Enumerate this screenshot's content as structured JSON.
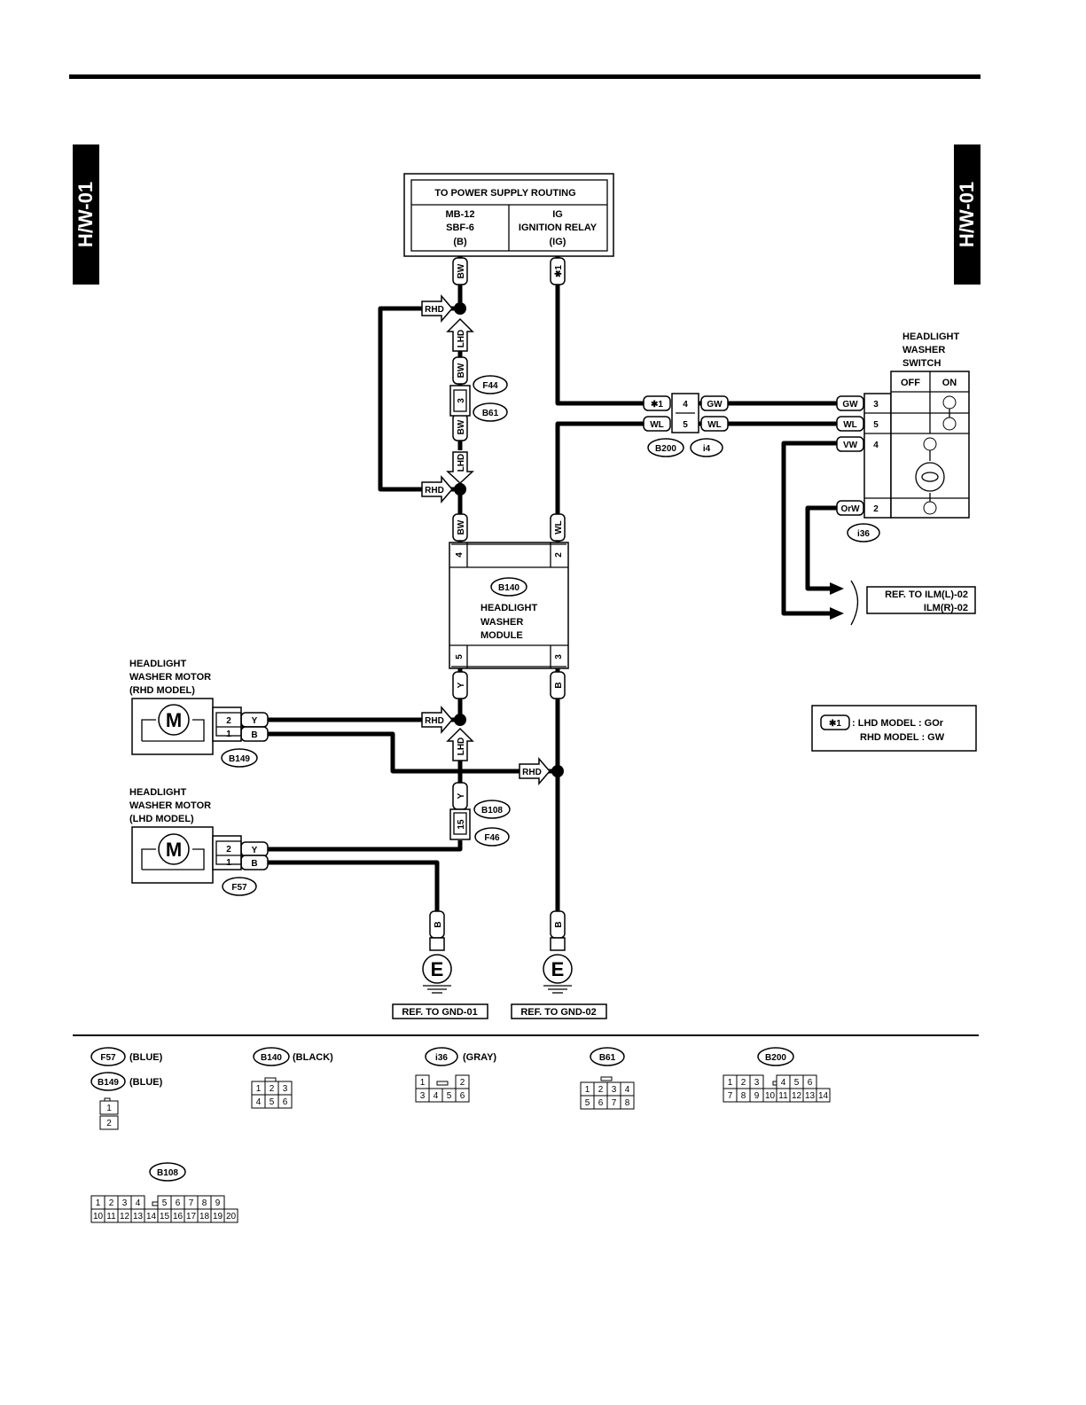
{
  "page": {
    "side_tab_left": "H/W-01",
    "side_tab_right": "H/W-01"
  },
  "power_supply": {
    "title": "TO POWER SUPPLY ROUTING",
    "left_l1": "MB-12",
    "left_l2": "SBF-6",
    "left_l3": "(B)",
    "right_l1": "IG",
    "right_l2": "IGNITION RELAY",
    "right_l3": "(IG)"
  },
  "wires": {
    "bw": "BW",
    "star1": "✱1",
    "gw": "GW",
    "wl": "WL",
    "vw": "VW",
    "orw": "OrW",
    "y": "Y",
    "b": "B"
  },
  "tags": {
    "rhd": "RHD",
    "lhd": "LHD"
  },
  "connectors": {
    "f44": "F44",
    "b61": "B61",
    "b200": "B200",
    "i4": "i4",
    "i36": "i36",
    "b140": "B140",
    "b149": "B149",
    "b108": "B108",
    "f46": "F46",
    "f57": "F57"
  },
  "pins": {
    "p1": "1",
    "p2": "2",
    "p3": "3",
    "p4": "4",
    "p5": "5",
    "p15": "15"
  },
  "switch": {
    "title_l1": "HEADLIGHT",
    "title_l2": "WASHER",
    "title_l3": "SWITCH",
    "off": "OFF",
    "on": "ON"
  },
  "ref_ilm": {
    "l1": "REF. TO ILM(L)-02",
    "l2": "ILM(R)-02"
  },
  "module": {
    "l1": "HEADLIGHT",
    "l2": "WASHER",
    "l3": "MODULE"
  },
  "motor_rhd": {
    "l1": "HEADLIGHT",
    "l2": "WASHER MOTOR",
    "l3": "(RHD MODEL)",
    "symbol": "M"
  },
  "motor_lhd": {
    "l1": "HEADLIGHT",
    "l2": "WASHER MOTOR",
    "l3": "(LHD MODEL)",
    "symbol": "M"
  },
  "note": {
    "star": "✱1",
    "l1": ": LHD MODEL  :  GOr",
    "l2": "RHD MODEL  :  GW"
  },
  "grounds": {
    "symbol": "E",
    "gnd1": "REF. TO GND-01",
    "gnd2": "REF. TO GND-02"
  },
  "legend": {
    "f57": "F57",
    "f57_color": "(BLUE)",
    "b149": "B149",
    "b149_color": "(BLUE)",
    "b140": "B140",
    "b140_color": "(BLACK)",
    "i36": "i36",
    "i36_color": "(GRAY)",
    "b61": "B61",
    "b200": "B200",
    "b108": "B108",
    "f57_pins": [
      "1",
      "2"
    ],
    "b140_pins": [
      "1",
      "2",
      "3",
      "4",
      "5",
      "6"
    ],
    "i36_pins": [
      "1",
      "2",
      "3",
      "4",
      "5",
      "6"
    ],
    "b61_pins": [
      "1",
      "2",
      "3",
      "4",
      "5",
      "6",
      "7",
      "8"
    ],
    "b200_pins": [
      "1",
      "2",
      "3",
      "4",
      "5",
      "6",
      "7",
      "8",
      "9",
      "10",
      "11",
      "12",
      "13",
      "14"
    ],
    "b108_pins": [
      "1",
      "2",
      "3",
      "4",
      "5",
      "6",
      "7",
      "8",
      "9",
      "10",
      "11",
      "12",
      "13",
      "14",
      "15",
      "16",
      "17",
      "18",
      "19",
      "20"
    ]
  }
}
